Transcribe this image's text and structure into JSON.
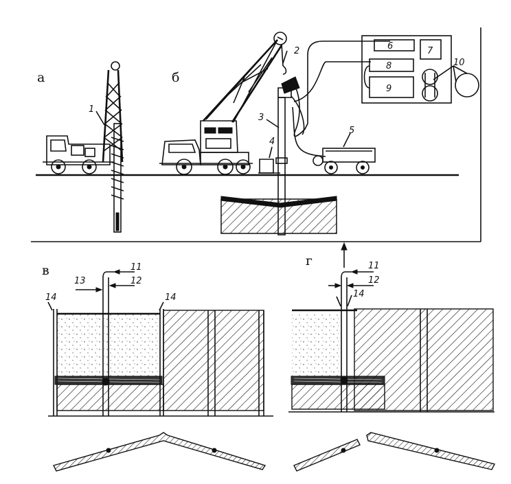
{
  "panels": {
    "a": "а",
    "b": "б",
    "v": "в",
    "g": "г"
  },
  "callouts": {
    "n1": "1",
    "n2": "2",
    "n3": "3",
    "n4": "4",
    "n5": "5",
    "n6": "6",
    "n7": "7",
    "n8": "8",
    "n9": "9",
    "n10": "10",
    "n11": "11",
    "n12": "12",
    "n13": "13",
    "n14": "14"
  }
}
